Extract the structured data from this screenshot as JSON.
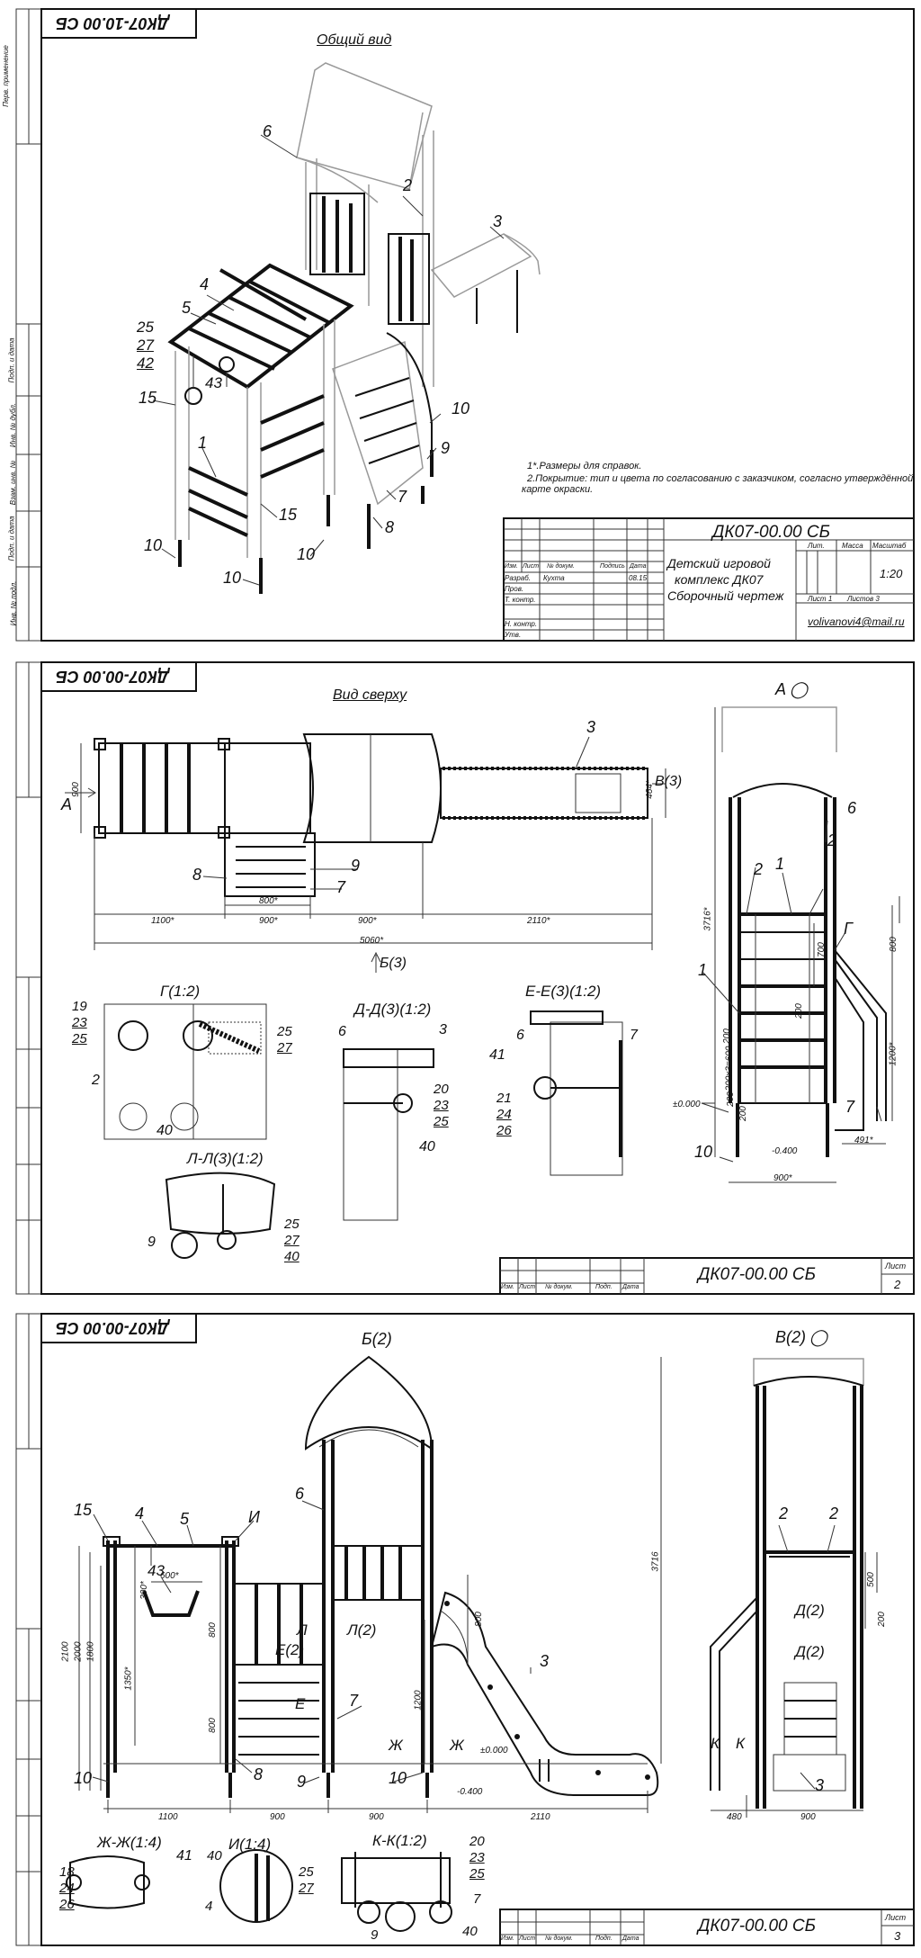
{
  "sheet1": {
    "stamp": "ДК07-10.00 СБ",
    "view_title": "Общий вид",
    "callouts": [
      "6",
      "2",
      "3",
      "4",
      "5",
      "25",
      "27",
      "42",
      "43",
      "15",
      "1",
      "15",
      "10",
      "9",
      "10",
      "7",
      "8",
      "10",
      "10",
      "10"
    ],
    "notes": [
      "1*.Размеры для справок.",
      "2.Покрытие: тип и цвета по согласованию с заказчиком, согласно утверждённой",
      "карте окраски."
    ],
    "title_block": {
      "code": "ДК07-00.00 СБ",
      "name_line1": "Детский игровой",
      "name_line2": "комплекс ДК07",
      "name_line3": "Сборочный чертеж",
      "col_izm": "Изм.",
      "col_list": "Лист",
      "col_docnum": "№ докум.",
      "col_sign": "Подпись",
      "col_date": "Дата",
      "row_razrab": "Разраб.",
      "razrab_name": "Кухта",
      "razrab_date": "08.15",
      "row_prov": "Пров.",
      "row_tkontr": "Т. контр.",
      "row_nkontr": "Н. контр.",
      "row_utv": "Утв.",
      "lit": "Лит.",
      "massa": "Масса",
      "masshtab": "Масштаб",
      "scale": "1:20",
      "list": "Лист 1",
      "listov": "Листов 3",
      "email": "volivanovi4@mail.ru"
    }
  },
  "sheet2": {
    "stamp": "ДК07-00.00 СБ",
    "view_top": "Вид сверху",
    "view_a": "А",
    "arrow_a": "А",
    "arrow_b": "Б(3)",
    "arrow_v": "В(3)",
    "dims_top": [
      "900",
      "464*",
      "1100*",
      "800*",
      "900*",
      "900*",
      "2110*",
      "5060*"
    ],
    "dims_side": [
      "3716*",
      "800",
      "700",
      "200",
      "200",
      "200x3=600",
      "200",
      "200",
      "1200*",
      "491*",
      "±0.000",
      "-0.400",
      "900*"
    ],
    "callouts_top": [
      "3",
      "8",
      "9",
      "7"
    ],
    "callouts_side": [
      "6",
      "2",
      "2",
      "1",
      "1",
      "Г",
      "7",
      "10"
    ],
    "sec_g": "Г(1:2)",
    "sec_g_calls": [
      "19",
      "23",
      "25",
      "25",
      "27",
      "2",
      "40"
    ],
    "sec_d": "Д-Д(3)(1:2)",
    "sec_d_calls": [
      "6",
      "3",
      "20",
      "23",
      "25",
      "40"
    ],
    "sec_e": "Е-Е(3)(1:2)",
    "sec_e_calls": [
      "6",
      "7",
      "41",
      "21",
      "24",
      "26"
    ],
    "sec_l": "Л-Л(3)(1:2)",
    "sec_l_calls": [
      "9",
      "25",
      "27",
      "40"
    ],
    "tb": {
      "col_izm": "Изм.",
      "col_list": "Лист",
      "col_docnum": "№ докум.",
      "col_sign": "Подп.",
      "col_date": "Дата",
      "code": "ДК07-00.00 СБ",
      "list_label": "Лист",
      "list_num": "2"
    }
  },
  "sheet3": {
    "stamp": "ДК07-00.00 СБ",
    "view_b": "Б(2)",
    "view_v": "В(2)",
    "callouts_front": [
      "15",
      "4",
      "5",
      "И",
      "6",
      "43",
      "Л",
      "Л(2)",
      "Е(2)",
      "Е",
      "7",
      "3",
      "Ж",
      "Ж",
      "10",
      "8",
      "9",
      "10"
    ],
    "dims_front": [
      "2100",
      "2000",
      "1800",
      "1350*",
      "600*",
      "300*",
      "800",
      "800",
      "800",
      "1200",
      "3716",
      "±0.000",
      "-0.400",
      "1100",
      "900",
      "900",
      "2110"
    ],
    "callouts_side": [
      "2",
      "2",
      "Д(2)",
      "Д(2)",
      "К",
      "К",
      "3"
    ],
    "dims_side": [
      "500",
      "200",
      "480",
      "900"
    ],
    "sec_zh": "Ж-Ж(1:4)",
    "sec_zh_calls": [
      "18",
      "24",
      "26",
      "41"
    ],
    "sec_i": "И(1:4)",
    "sec_i_calls": [
      "40",
      "25",
      "27",
      "4"
    ],
    "sec_k": "К-К(1:2)",
    "sec_k_calls": [
      "20",
      "23",
      "25",
      "7",
      "9",
      "40"
    ],
    "tb": {
      "col_izm": "Изм.",
      "col_list": "Лист",
      "col_docnum": "№ докум.",
      "col_sign": "Подп.",
      "col_date": "Дата",
      "code": "ДК07-00.00 СБ",
      "list_label": "Лист",
      "list_num": "3"
    }
  },
  "side_labels": [
    "Перв. применение",
    "Подп. и дата",
    "Инв. № дубл.",
    "Взам. инв. №",
    "Подп. и дата",
    "Инв. № подл."
  ]
}
